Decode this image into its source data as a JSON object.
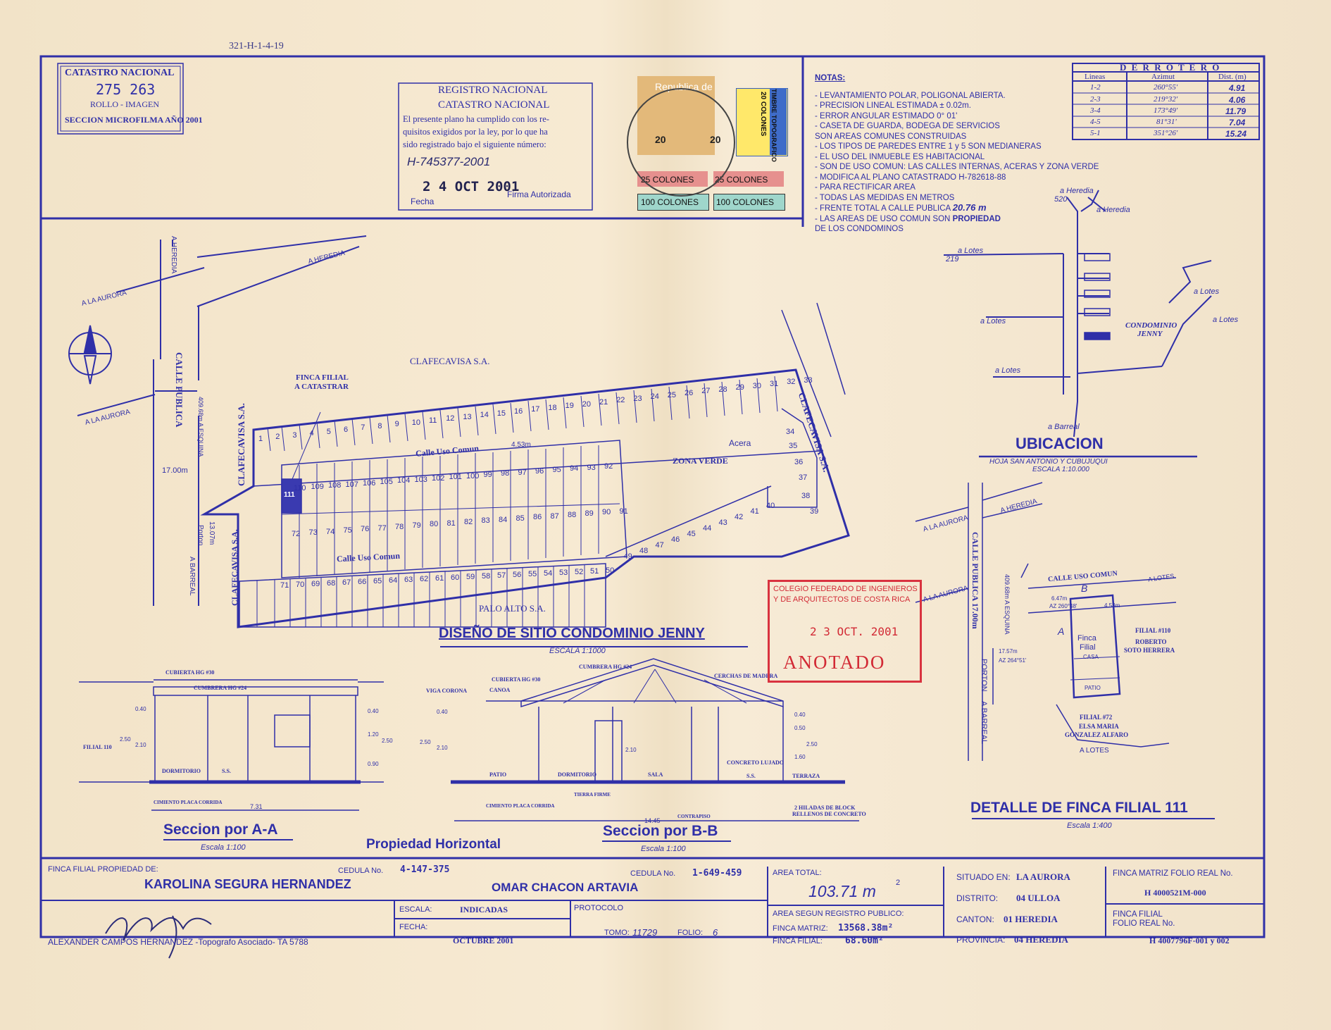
{
  "header": {
    "code": "321-H-1-4-19",
    "catastro_title": "CATASTRO NACIONAL",
    "catastro_number": "275 263",
    "rollo": "ROLLO - IMAGEN",
    "microfilm": "SECCION MICROFILMA AÑO 2001"
  },
  "registro": {
    "title1": "REGISTRO NACIONAL",
    "title2": "CATASTRO NACIONAL",
    "text1": "El presente plano ha cumplido con los re-",
    "text2": "quisitos exigidos por la ley, por lo que ha",
    "text3": "sido registrado bajo el siguiente número:",
    "number": "H-745377-2001",
    "date": "2 4 OCT 2001",
    "fecha_label": "Fecha",
    "firma_label": "Firma Autorizada"
  },
  "stamps": {
    "republica": "Republica de",
    "s20a": "20",
    "s20b": "20",
    "s25a": "25 COLONES",
    "s25b": "25 COLONES",
    "s100a": "100 COLONES",
    "s100b": "100 COLONES",
    "timbre": "TIMBRE TOPOGRAFICO",
    "timbre_value": "20 COLONES"
  },
  "notes": {
    "title": "NOTAS:",
    "items": [
      "- LEVANTAMIENTO POLAR, POLIGONAL ABIERTA.",
      "- PRECISION LINEAL ESTIMADA ± 0.02m.",
      "- ERROR ANGULAR ESTIMADO 0° 01'",
      "- CASETA DE GUARDA, BODEGA DE SERVICIOS",
      "SON AREAS COMUNES CONSTRUIDAS",
      "- LOS TIPOS DE PAREDES ENTRE 1 y 5 SON MEDIANERAS",
      "- EL USO DEL INMUEBLE ES HABITACIONAL",
      "- SON DE USO COMUN: LAS CALLES INTERNAS, ACERAS Y ZONA VERDE",
      "- MODIFICA AL PLANO CATASTRADO H-782618-88",
      "- PARA RECTIFICAR AREA",
      "- TODAS LAS MEDIDAS EN METROS",
      "- FRENTE TOTAL A CALLE PUBLICA",
      "- LAS AREAS DE USO COMUN SON",
      "DE LOS CONDOMINOS"
    ],
    "frente_value": "20.76 m",
    "propiedad": "PROPIEDAD"
  },
  "derrotero": {
    "title": "D E R R O T E R O",
    "headers": [
      "Lineas",
      "Azimut",
      "Dist. (m)"
    ],
    "rows": [
      [
        "1-2",
        "260°55'",
        "4.91"
      ],
      [
        "2-3",
        "219°32'",
        "4.06"
      ],
      [
        "3-4",
        "173°49'",
        "11.79"
      ],
      [
        "4-5",
        "81°31'",
        "7.04"
      ],
      [
        "5-1",
        "351°26'",
        "15.24"
      ]
    ]
  },
  "site": {
    "title": "DISEÑO DE SITIO CONDOMINIO JENNY",
    "scale": "ESCALA 1:1000",
    "clafecavisa_top": "CLAFECAVISA S.A.",
    "clafecavisa_right": "CLAFECAVISA S.A.",
    "clafecavisa_left": "CLAFECAVISA S.A.",
    "clafecavisa_left2": "CLAFECAVISA S.A.",
    "palo_alto": "PALO ALTO S.A.",
    "finca_filial": "FINCA FILIAL",
    "a_catastrar": "A CATASTRAR",
    "calle_uso_comun1": "Calle Uso Comun",
    "width1": "4.53m",
    "calle_uso_comun2": "Calle Uso Comun",
    "zona_verde": "ZONA VERDE",
    "acera": "Acera",
    "calle_publica": "CALLE PUBLICA",
    "a_heredia1": "A HEREDIA",
    "a_heredia2": "A HEREDIA",
    "a_la_aurora1": "A LA AURORA",
    "a_la_aurora2": "A LA AURORA",
    "a_barreal": "A BARREAL",
    "esquina": "409.68m A ESQUINA",
    "road_width": "17.00m",
    "porton": "Porton",
    "porton_dist": "13.07m",
    "lot_111": "111"
  },
  "ubicacion": {
    "title": "UBICACION",
    "hoja": "HOJA SAN ANTONIO Y CUBUJUQUI",
    "scale": "ESCALA 1:10.000",
    "heredia1": "a Heredia",
    "heredia2": "a Heredia",
    "km520": "520",
    "lotes1": "a Lotes",
    "km219": "219",
    "lotes2": "a Lotes",
    "lotes3": "a Lotes",
    "lotes4": "a Lotes",
    "lotes5": "a Lotes",
    "condominio": "CONDOMINIO",
    "jenny": "JENNY",
    "barreal": "a Barreal"
  },
  "detalle": {
    "title": "DETALLE DE FINCA FILIAL 111",
    "scale": "Escala 1:400",
    "calle": "CALLE USO COMUN",
    "a_lotes1": "A LOTES",
    "a_lotes2": "A LOTES",
    "a_heredia": "A HEREDIA",
    "a_la_aurora1": "A LA AURORA",
    "a_la_aurora2": "A LA AURORA",
    "calle_publica": "CALLE PUBLICA 17.00m",
    "esquina": "409.68m A ESQUINA",
    "porton": "PORTON",
    "a_barreal": "A BARREAL",
    "finca": "Finca",
    "filial": "Filial",
    "casa": "CASA",
    "patio": "PATIO",
    "filial110": "FILIAL #110",
    "roberto": "ROBERTO",
    "soto": "SOTO HERRERA",
    "filial72": "FILIAL #72",
    "elsa": "ELSA MARIA",
    "gonzalez": "GONZALEZ ALFARO",
    "d1": "4.53m",
    "d2": "6.47m",
    "d3": "17.57m",
    "az": "AZ 260°48'",
    "az2": "AZ 264°51'",
    "bp": "B",
    "ap": "A"
  },
  "seccionA": {
    "title": "Seccion por A-A",
    "scale": "Escala 1:100",
    "cumbrera": "CUMBRERA HG #24",
    "cubierta": "CUBIERTA HG #30",
    "filial": "FILIAL 110",
    "dormitorio": "DORMITORIO",
    "ss": "S.S.",
    "cimiento": "CIMIENTO PLACA CORRIDA",
    "total": "7.31",
    "d040a": "0.40",
    "d250": "2.50",
    "d210": "2.10",
    "d040b": "0.40",
    "d120": "1.20",
    "d090": "0.90",
    "d250b": "2.50"
  },
  "seccionB": {
    "title": "Seccion por B-B",
    "scale": "Escala 1:100",
    "viga": "VIGA CORONA",
    "canoa": "CANOA",
    "cubierta": "CUBIERTA HG #30",
    "cumbrera": "CUMBRERA HG #24",
    "cerchas": "CERCHAS DE MADERA",
    "patio": "PATIO",
    "dormitorio": "DORMITORIO",
    "sala": "SALA",
    "ss": "S.S.",
    "terraza": "TERRAZA",
    "concreto": "CONCRETO LUJADO",
    "cimiento": "CIMIENTO PLACA CORRIDA",
    "tierra": "TIERRA FIRME",
    "contrapiso": "CONTRAPISO",
    "hiladas1": "2 HILADAS DE BLOCK",
    "hiladas2": "RELLENOS DE CONCRETO",
    "total": "14.45",
    "d040": "0.40",
    "d250": "2.50",
    "d210": "2.10",
    "d210b": "2.10",
    "d040b": "0.40",
    "d050": "0.50",
    "d160": "1.60",
    "d250b": "2.50"
  },
  "propiedad_horizontal": "Propiedad Horizontal",
  "colegio": {
    "line1": "COLEGIO FEDERADO DE INGENIEROS",
    "line2": "Y DE ARQUITECTOS DE COSTA RICA",
    "date": "2 3 OCT. 2001",
    "anotado": "ANOTADO"
  },
  "title_block": {
    "finca_label": "FINCA FILIAL PROPIEDAD DE:",
    "owner1": "KAROLINA SEGURA HERNANDEZ",
    "cedula_label1": "CEDULA No.",
    "cedula1": "4-147-375",
    "cedula_label2": "CEDULA No.",
    "cedula2": "1-649-459",
    "owner2": "OMAR CHACON ARTAVIA",
    "area_total_label": "AREA TOTAL:",
    "area_total": "103.71 m",
    "area_sup": "2",
    "area_reg_label": "AREA SEGUN REGISTRO PUBLICO:",
    "finca_matriz_label": "FINCA MATRIZ:",
    "finca_matriz": "13568.38m²",
    "finca_filial_label": "FINCA FILIAL:",
    "finca_filial": "68.60m²",
    "situado_label": "SITUADO EN:",
    "situado": "LA AURORA",
    "distrito_label": "DISTRITO:",
    "distrito": "04 ULLOA",
    "canton_label": "CANTON:",
    "canton": "01 HEREDIA",
    "provincia_label": "PROVINCIA:",
    "provincia": "04 HEREDIA",
    "folio_matriz_label": "FINCA MATRIZ  FOLIO REAL No.",
    "folio_matriz": "H 4000521M-000",
    "folio_filial_label1": "FINCA FILIAL",
    "folio_filial_label2": "FOLIO REAL No.",
    "folio_filial": "H 4007796F-001 y 002",
    "escala_label": "ESCALA:",
    "escala": "INDICADAS",
    "fecha_label": "FECHA:",
    "fecha": "OCTUBRE 2001",
    "protocolo_label": "PROTOCOLO",
    "tomo_label": "TOMO:",
    "tomo": "11729",
    "folio_label": "FOLIO:",
    "folio": "6",
    "topografo": "ALEXANDER CAMPOS HERNANDEZ -Topografo Asociado- TA 5788"
  }
}
